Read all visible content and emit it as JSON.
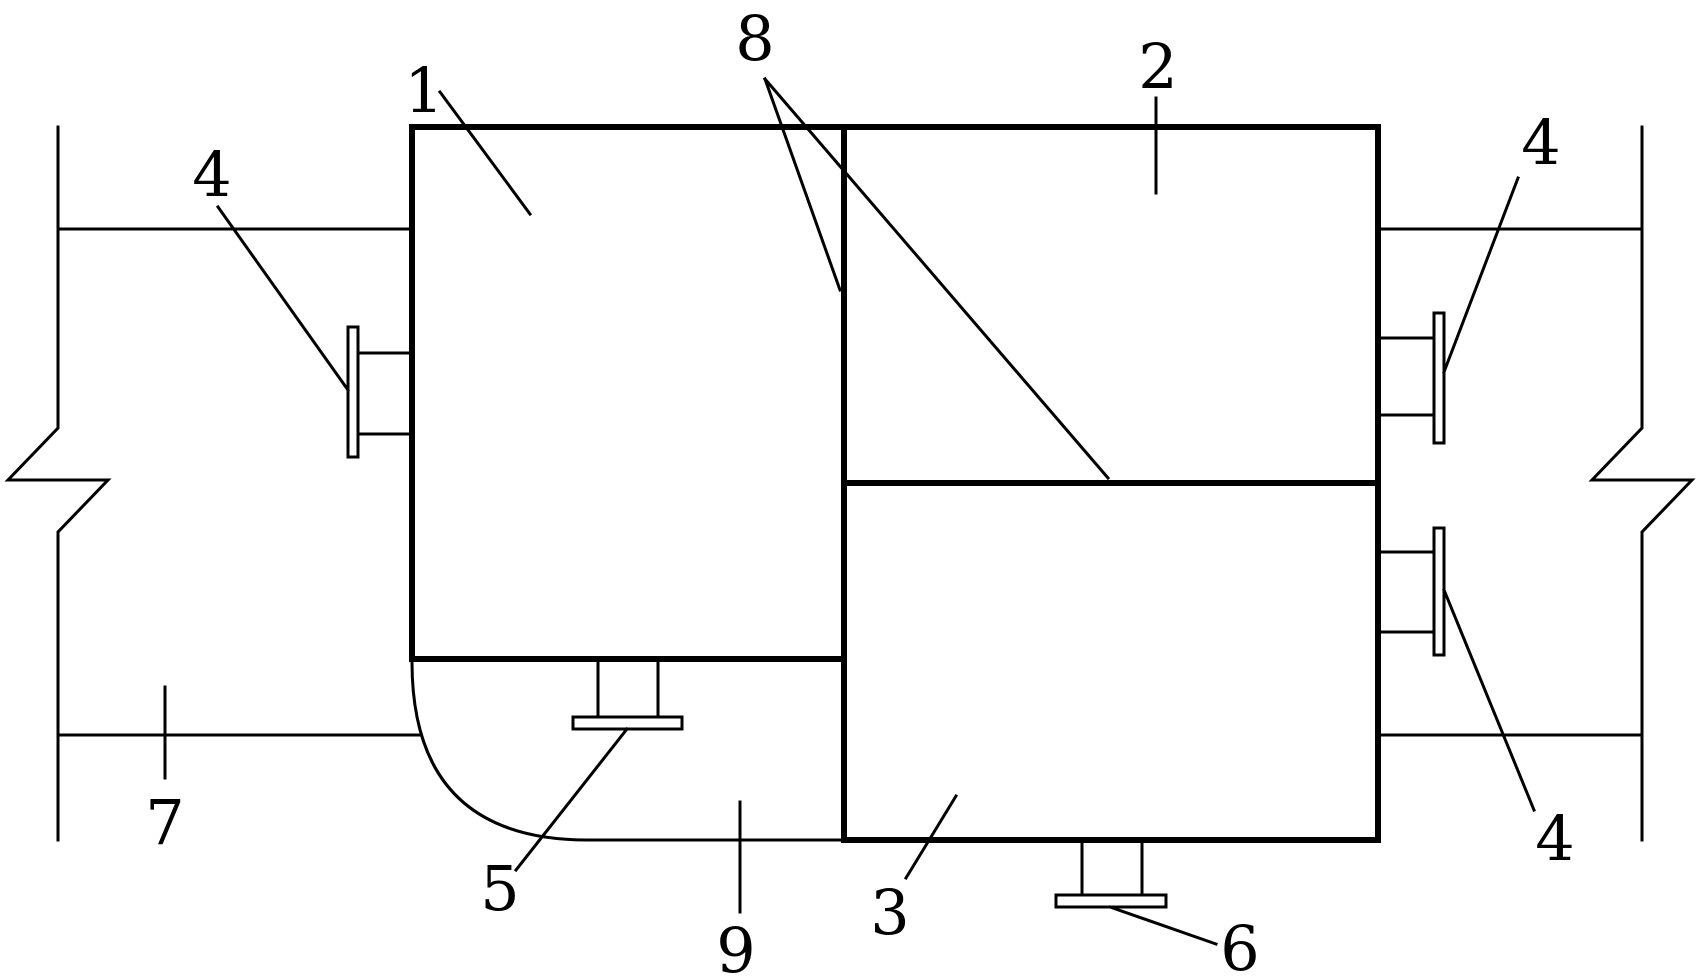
{
  "labels": {
    "part1": "1",
    "part2": "2",
    "part3": "3",
    "part4_left": "4",
    "part4_right_top": "4",
    "part4_right_bottom": "4",
    "part5": "5",
    "part6": "6",
    "part7": "7",
    "part8": "8",
    "part9": "9"
  },
  "colors": {
    "stroke": "#000000",
    "background": "#ffffff"
  }
}
